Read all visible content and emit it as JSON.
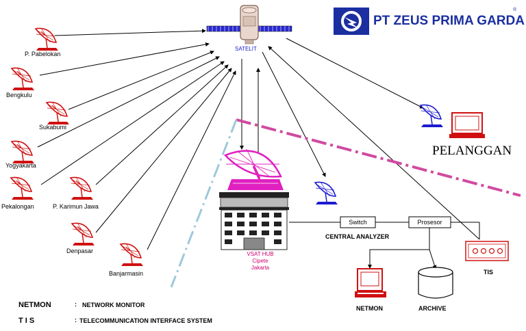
{
  "brand": {
    "name": "PT ZEUS PRIMA GARDA",
    "registered": "®",
    "color": "#1b2fa0"
  },
  "satellite": {
    "label": "SATELIT"
  },
  "sites": [
    {
      "name": "P. Pabelokan"
    },
    {
      "name": "Bengkulu"
    },
    {
      "name": "Sukabumi"
    },
    {
      "name": "Yogyakarta"
    },
    {
      "name": "Pekalongan"
    },
    {
      "name": "P. Karimun Jawa"
    },
    {
      "name": "Denpasar"
    },
    {
      "name": "Banjarmasin"
    }
  ],
  "hub": {
    "line1": "VSAT HUB",
    "line2": "Cipete",
    "line3": "Jakarta",
    "color": "#d0006f"
  },
  "central": {
    "switch": "Switch",
    "prosesor": "Prosesor",
    "title": "CENTRAL ANALYZER"
  },
  "customer": {
    "label": "PELANGGAN"
  },
  "equipment": {
    "tis": "TIS",
    "netmon": "NETMON",
    "archive": "ARCHIVE"
  },
  "legend": [
    {
      "abbr": "NETMON",
      "sep": ":",
      "desc": "NETWORK MONITOR"
    },
    {
      "abbr": "T I S",
      "sep": ":",
      "desc": "TELECOMMUNICATION INTERFACE SYSTEM"
    }
  ],
  "colors": {
    "dish_red": "#d01010",
    "dish_blue": "#1a1ad0",
    "hub_magenta": "#e020c0",
    "boundary_pink": "#d04aa0",
    "boundary_cyan": "#9ec8da"
  }
}
